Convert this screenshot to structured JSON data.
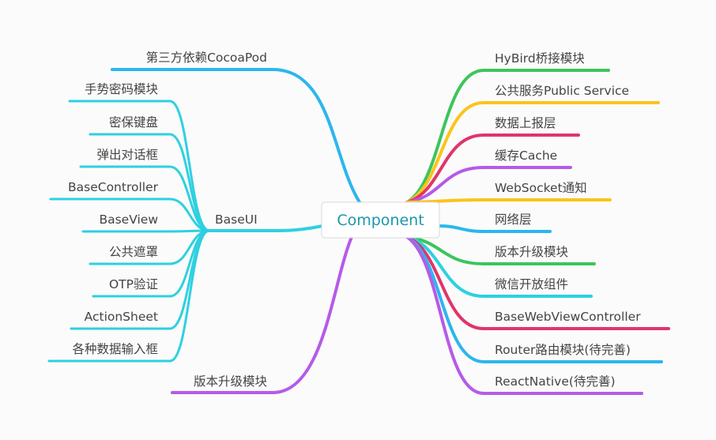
{
  "center": {
    "label": "Component"
  },
  "colors": {
    "cyan": "#2ed0e0",
    "sky": "#2cb6ee",
    "purple": "#b65ae8",
    "green": "#3cc55c",
    "yellow": "#fcc419",
    "crimson": "#e0356a",
    "center_border": "#d8d8d8",
    "center_text": "#1c97a8",
    "label_text": "#444444"
  },
  "left": {
    "top_item": {
      "label": "第三方依赖CocoaPod",
      "color": "sky"
    },
    "baseui": {
      "label": "BaseUI",
      "color": "cyan",
      "children": [
        "手势密码模块",
        "密保键盘",
        "弹出对话框",
        "BaseController",
        "BaseView",
        "公共遮罩",
        "OTP验证",
        "ActionSheet",
        "各种数据输入框"
      ]
    },
    "bottom_item": {
      "label": "版本升级模块",
      "color": "purple"
    }
  },
  "right": {
    "items": [
      {
        "label": "HyBird桥接模块",
        "color": "green"
      },
      {
        "label": "公共服务Public Service",
        "color": "yellow"
      },
      {
        "label": "数据上报层",
        "color": "crimson"
      },
      {
        "label": "缓存Cache",
        "color": "purple"
      },
      {
        "label": "WebSocket通知",
        "color": "yellow"
      },
      {
        "label": "网络层",
        "color": "sky"
      },
      {
        "label": "版本升级模块",
        "color": "green"
      },
      {
        "label": "微信开放组件",
        "color": "cyan"
      },
      {
        "label": "BaseWebViewController",
        "color": "crimson"
      },
      {
        "label": "Router路由模块(待完善)",
        "color": "sky"
      },
      {
        "label": "ReactNative(待完善)",
        "color": "purple"
      }
    ]
  }
}
